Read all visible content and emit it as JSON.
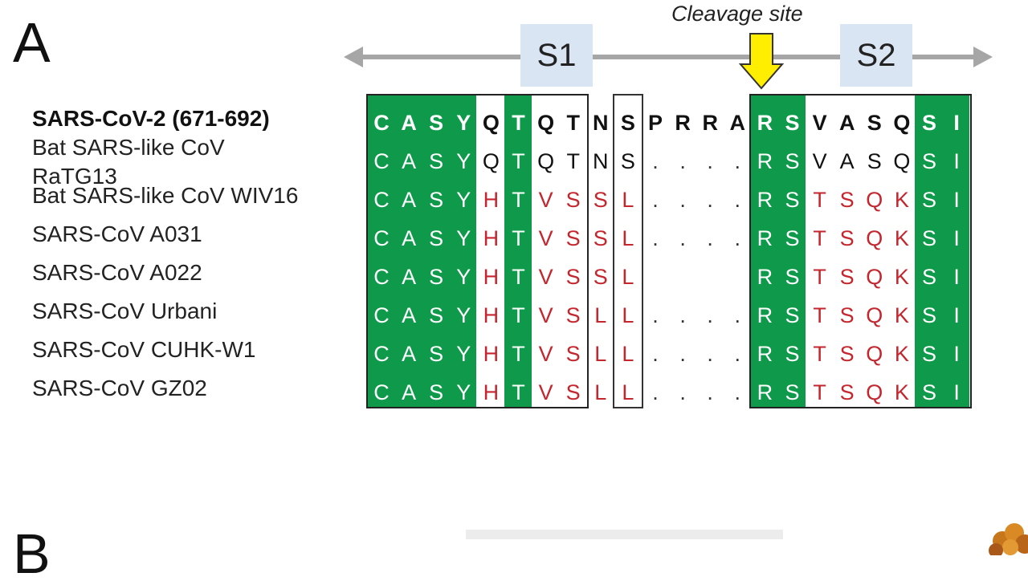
{
  "panel": {
    "letter": "A",
    "next_letter": "B"
  },
  "domains": {
    "s1": "S1",
    "s2": "S2"
  },
  "cleavage": {
    "label": "Cleavage site"
  },
  "colors": {
    "conserved": "#0e9a4a",
    "variant": "#c4262e",
    "arrow": "#a6a6a6",
    "domain_box": "#d9e5f3",
    "cleavage_arrow": "#ffee00"
  },
  "rows": [
    {
      "label": "SARS-CoV-2 (671-692)",
      "bold": true,
      "residues": [
        "C",
        "A",
        "S",
        "Y",
        "Q",
        "T",
        "Q",
        "T",
        "N",
        "S",
        "P",
        "R",
        "R",
        "A",
        "R",
        "S",
        "V",
        "A",
        "S",
        "Q",
        "S",
        "I"
      ]
    },
    {
      "label": "Bat SARS-like CoV RaTG13",
      "bold": false,
      "residues": [
        "C",
        "A",
        "S",
        "Y",
        "Q",
        "T",
        "Q",
        "T",
        "N",
        "S",
        ".",
        ".",
        ".",
        ".",
        "R",
        "S",
        "V",
        "A",
        "S",
        "Q",
        "S",
        "I"
      ]
    },
    {
      "label": "Bat SARS-like CoV WIV16",
      "bold": false,
      "residues": [
        "C",
        "A",
        "S",
        "Y",
        "H",
        "T",
        "V",
        "S",
        "S",
        "L",
        ".",
        ".",
        ".",
        ".",
        "R",
        "S",
        "T",
        "S",
        "Q",
        "K",
        "S",
        "I"
      ]
    },
    {
      "label": "SARS-CoV A031",
      "bold": false,
      "residues": [
        "C",
        "A",
        "S",
        "Y",
        "H",
        "T",
        "V",
        "S",
        "S",
        "L",
        ".",
        ".",
        ".",
        ".",
        "R",
        "S",
        "T",
        "S",
        "Q",
        "K",
        "S",
        "I"
      ]
    },
    {
      "label": "SARS-CoV A022",
      "bold": false,
      "residues": [
        "C",
        "A",
        "S",
        "Y",
        "H",
        "T",
        "V",
        "S",
        "S",
        "L",
        "",
        "",
        "",
        "",
        "R",
        "S",
        "T",
        "S",
        "Q",
        "K",
        "S",
        "I"
      ]
    },
    {
      "label": "SARS-CoV Urbani",
      "bold": false,
      "residues": [
        "C",
        "A",
        "S",
        "Y",
        "H",
        "T",
        "V",
        "S",
        "L",
        "L",
        ".",
        ".",
        ".",
        ".",
        "R",
        "S",
        "T",
        "S",
        "Q",
        "K",
        "S",
        "I"
      ]
    },
    {
      "label": "SARS-CoV CUHK-W1",
      "bold": false,
      "residues": [
        "C",
        "A",
        "S",
        "Y",
        "H",
        "T",
        "V",
        "S",
        "L",
        "L",
        ".",
        ".",
        ".",
        ".",
        "R",
        "S",
        "T",
        "S",
        "Q",
        "K",
        "S",
        "I"
      ]
    },
    {
      "label": "SARS-CoV GZ02",
      "bold": false,
      "residues": [
        "C",
        "A",
        "S",
        "Y",
        "H",
        "T",
        "V",
        "S",
        "L",
        "L",
        ".",
        ".",
        ".",
        ".",
        "R",
        "S",
        "T",
        "S",
        "Q",
        "K",
        "S",
        "I"
      ]
    }
  ]
}
